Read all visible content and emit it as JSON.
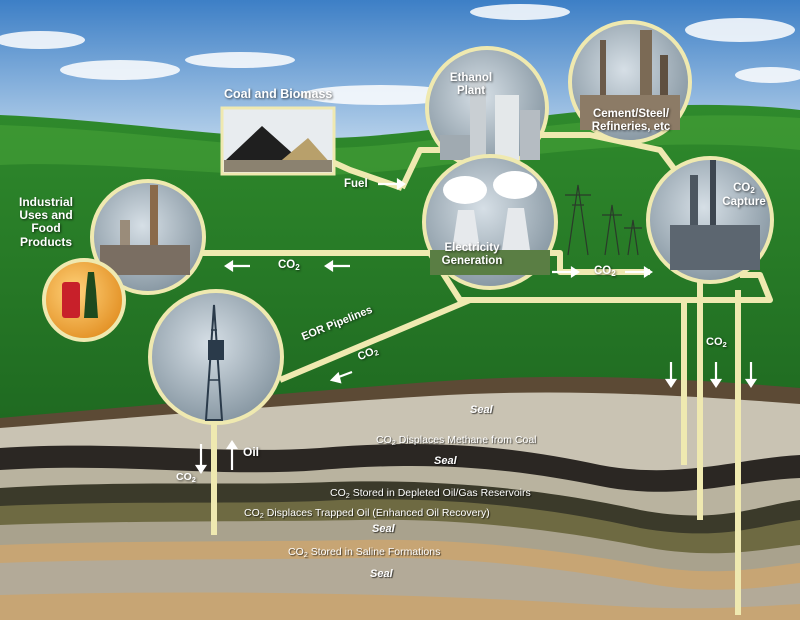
{
  "nodes": {
    "coal_biomass": "Coal and Biomass",
    "ethanol_plant": "Ethanol Plant",
    "cement_steel_refineries": "Cement/Steel/ Refineries, etc",
    "industrial_uses": "Industrial Uses and Food Products",
    "electricity_generation": "Electricity Generation",
    "co2_capture": "Capture"
  },
  "flows": {
    "fuel": "Fuel",
    "co2": "CO",
    "oil": "Oil",
    "eor_pipelines": "EOR Pipelines",
    "co2_sub": "2"
  },
  "layers": {
    "seal": "Seal",
    "coal_methane": "Displaces Methane from Coal",
    "depleted_reservoirs": "Stored in Depleted Oil/Gas Reservoirs",
    "enhanced_oil_recovery": "Displaces Trapped Oil (Enhanced Oil Recovery)",
    "saline_formations": "Stored in Saline Formations"
  },
  "colors": {
    "sky": "#6fa6d8",
    "grass": "#2f8a2c",
    "pipeline": "#efe9b0",
    "seal_rock": "#c9c3b3",
    "coal_seam": "#2b2723",
    "sand_layer": "#c7a574",
    "olive_layer": "#6e6a42"
  }
}
